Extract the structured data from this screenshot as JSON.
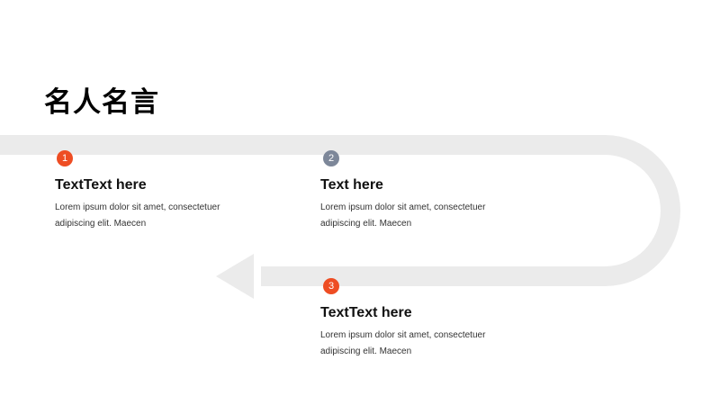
{
  "slide": {
    "title": "名人名言",
    "colors": {
      "track": "#ebebeb",
      "accent": "#ee4d23",
      "muted": "#7d8799"
    },
    "steps": [
      {
        "number": "1",
        "badge_color": "#ee4d23",
        "title": "TextText  here",
        "body": "Lorem ipsum dolor sit amet, consectetuer adipiscing elit. Maecen"
      },
      {
        "number": "2",
        "badge_color": "#7d8799",
        "title": "Text here",
        "body": "Lorem ipsum dolor sit amet, consectetuer adipiscing elit. Maecen"
      },
      {
        "number": "3",
        "badge_color": "#ee4d23",
        "title": "TextText  here",
        "body": "Lorem ipsum dolor sit amet, consectetuer adipiscing elit. Maecen"
      }
    ]
  }
}
